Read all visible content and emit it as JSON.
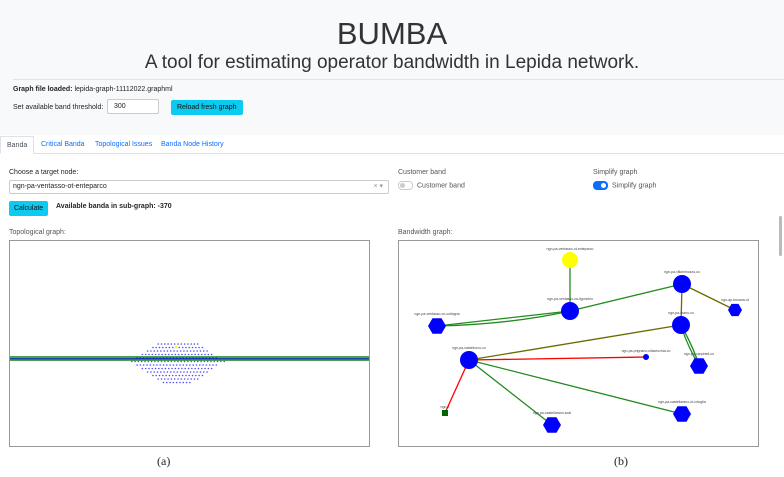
{
  "header": {
    "title": "BUMBA",
    "subtitle": "A tool for estimating operator bandwidth in Lepida network.",
    "file_label": "Graph file loaded:",
    "file_name": "lepida-graph-11112022.graphml",
    "threshold_label": "Set available band threshold:",
    "threshold_value": "300",
    "reload_button": "Reload fresh graph"
  },
  "tabs": [
    {
      "label": "Banda",
      "active": true
    },
    {
      "label": "Critical Banda"
    },
    {
      "label": "Topological Issues"
    },
    {
      "label": "Banda Node History"
    }
  ],
  "form": {
    "target_label": "Choose a target node:",
    "target_value": "ngn-pa-ventasso-ot-enteparco",
    "clear_icon": "×",
    "caret_icon": "▾",
    "calculate_button": "Calculate",
    "available_text": "Available banda in sub-graph: -370",
    "customer_title": "Customer band",
    "customer_toggle": "Customer band",
    "customer_on": false,
    "simplify_title": "Simplify graph",
    "simplify_toggle": "Simplify graph",
    "simplify_on": true
  },
  "graphs": {
    "topo_label": "Topological graph:",
    "bw_label": "Bandwidth graph:",
    "nodes": [
      "ngn-pa-ventasso-ot-enteparco",
      "ngn-pa-ventasso-ca-ligonchio",
      "ngn-pa-ventasso-co-collagna",
      "ngn-pa-villaminozzo-co",
      "ngn-ap-busana-ot",
      "ngn-pa-toano-co",
      "ngn-pa-castelnovo-co",
      "ngn-pa-prignano-cllacecchia-co",
      "ngn-pa-carpineti-co",
      "ngn-2",
      "ngn-pa-castellarano-scal",
      "ngn-pa-castellarano-ot-rotoglia"
    ],
    "colors": {
      "target": "#ffff00",
      "node": "#0000ff",
      "ok_edge": "#228b22",
      "warn_edge": "#6b6b00",
      "bad_edge": "#ff0000",
      "leaf": "#006400"
    }
  },
  "captions": {
    "a": "(a)",
    "b": "(b)"
  }
}
